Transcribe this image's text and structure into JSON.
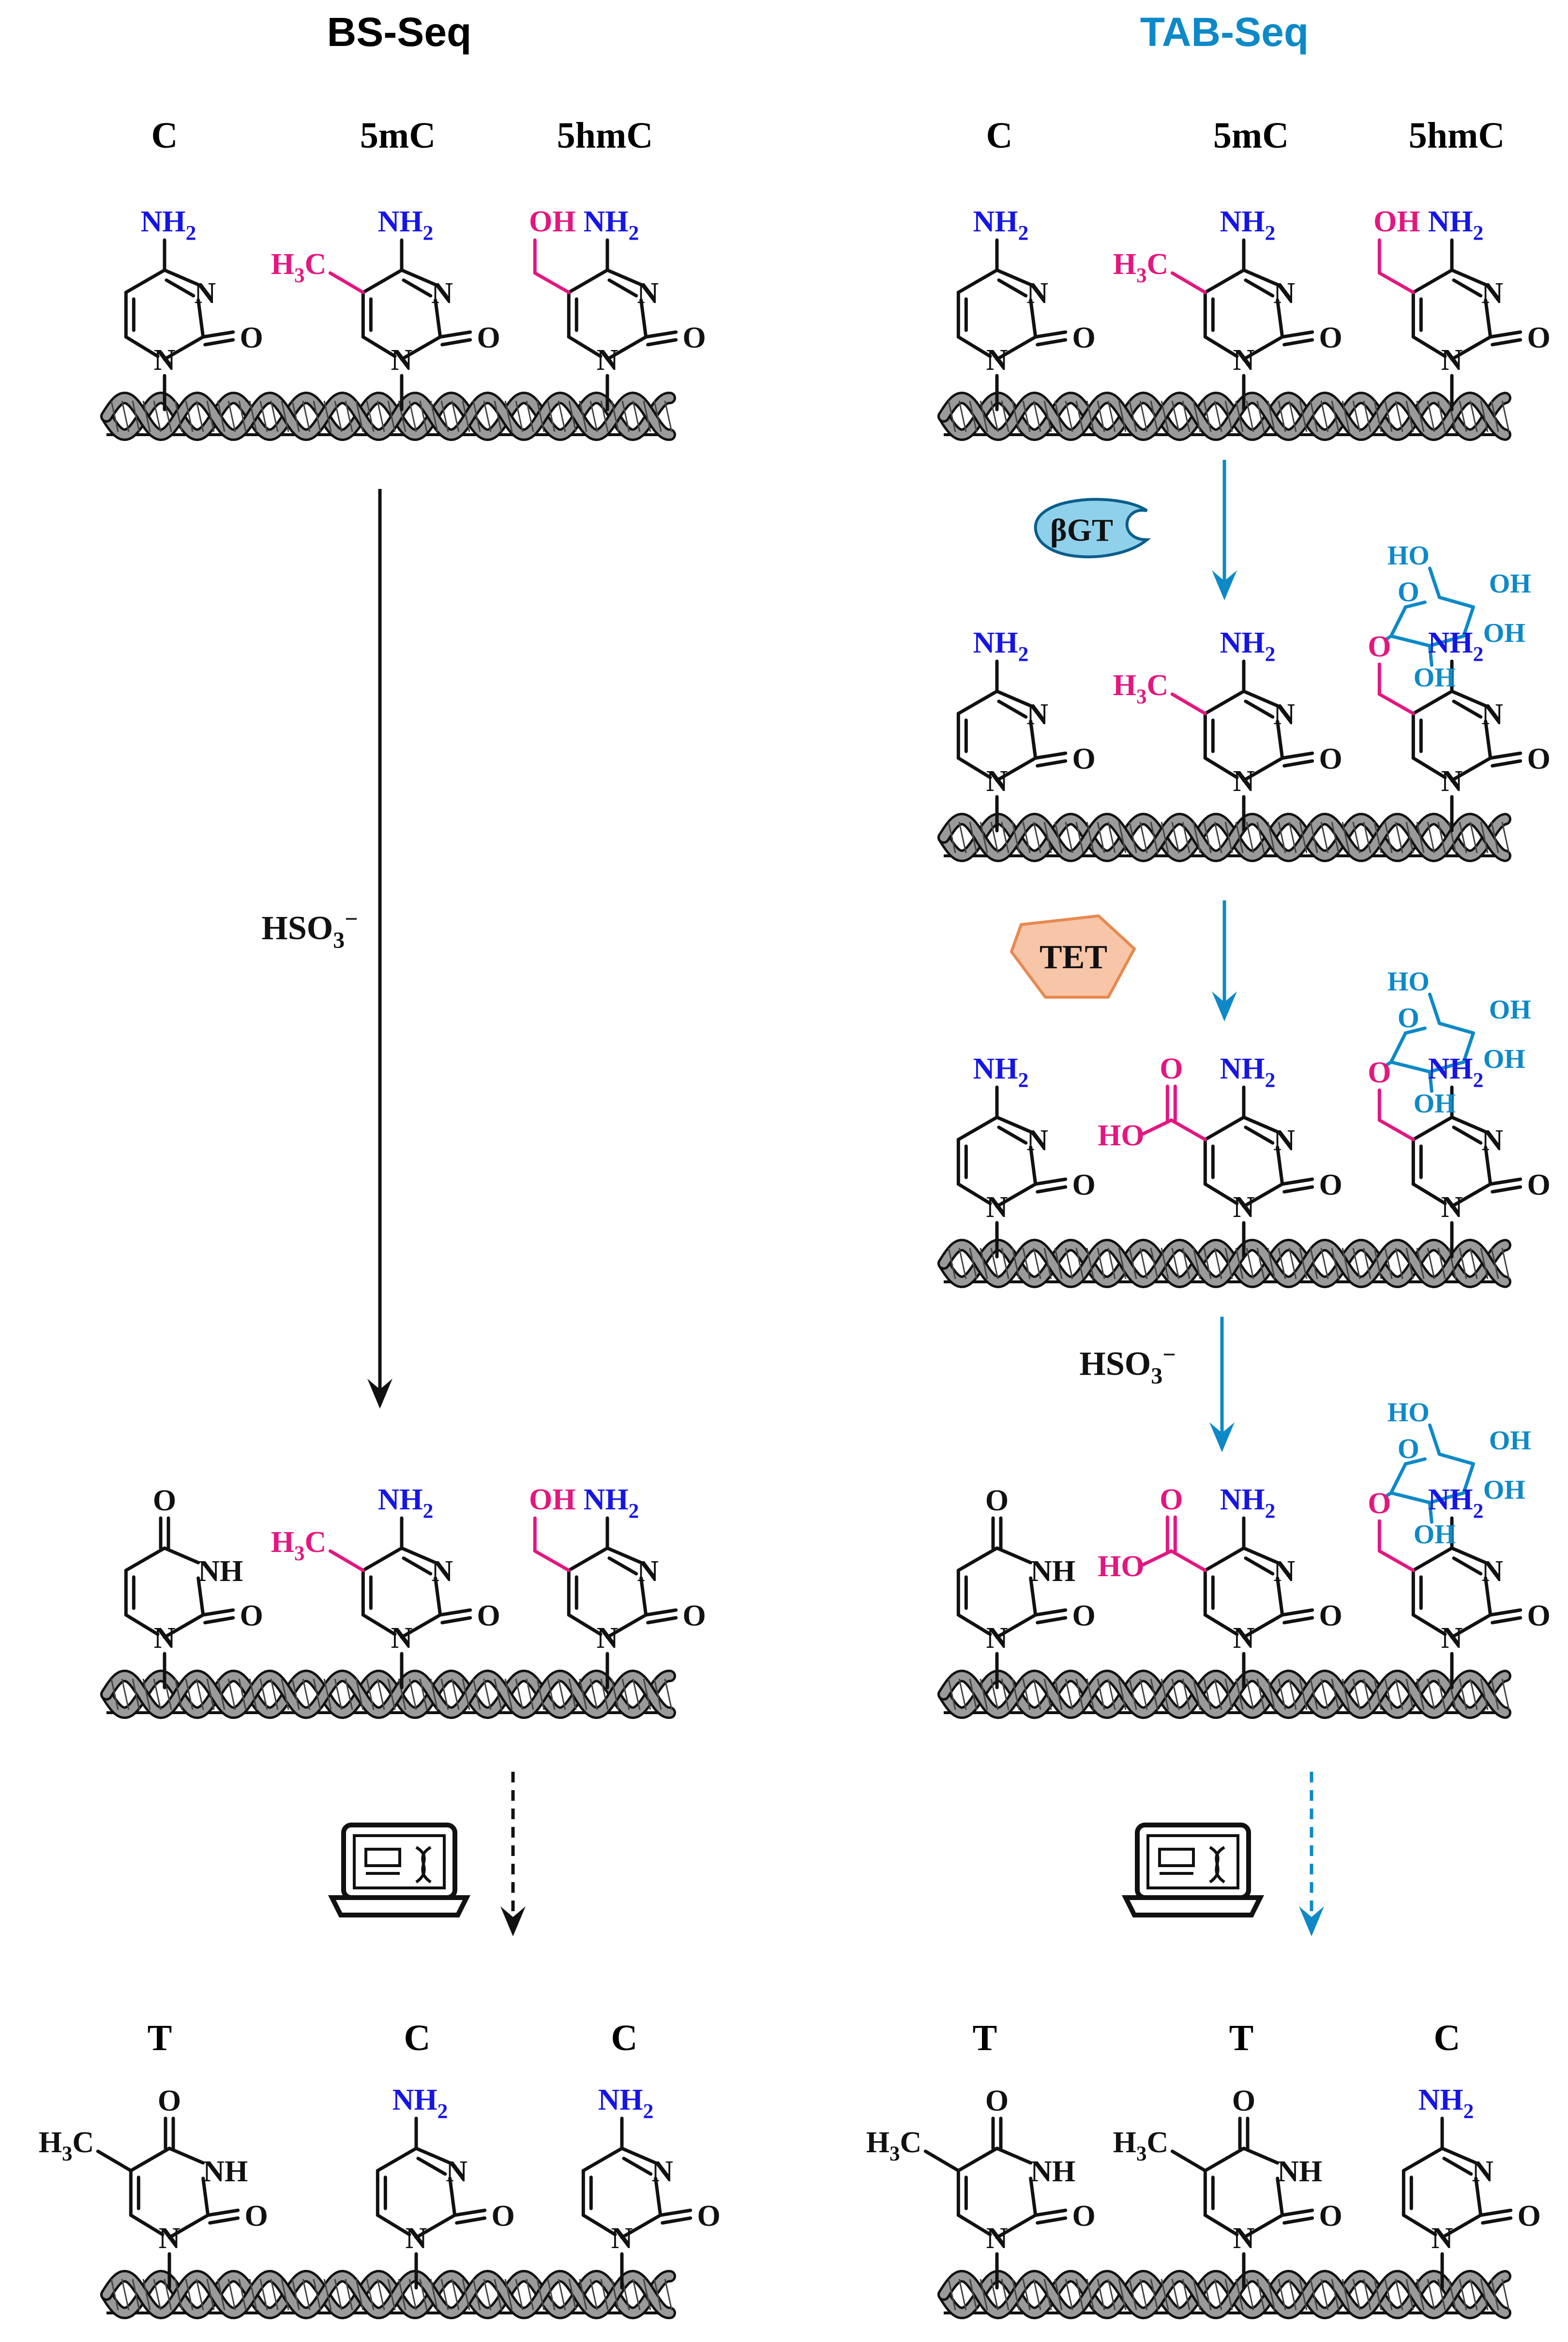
{
  "panels": {
    "bs": {
      "title": "BS-Seq",
      "title_color": "#000000"
    },
    "tab": {
      "title": "TAB-Seq",
      "title_color": "#0d89c8"
    }
  },
  "colors": {
    "black": "#111111",
    "blue": "#1515e6",
    "pink": "#e3177f",
    "teal": "#0d89c8",
    "enzyme_bgt_fill": "#8fd1ea",
    "enzyme_tet_fill": "#f7c5a8",
    "enzyme_tet_stroke": "#e8894f"
  },
  "bs": {
    "column_labels": [
      "C",
      "5mC",
      "5hmC"
    ],
    "reagent": "HSO3−",
    "result_labels": [
      "T",
      "C",
      "C"
    ]
  },
  "tab": {
    "column_labels": [
      "C",
      "5mC",
      "5hmC"
    ],
    "enzyme1": "βGT",
    "enzyme2": "TET",
    "reagent": "HSO3−",
    "result_labels": [
      "T",
      "T",
      "C"
    ]
  },
  "atoms": {
    "nh2": "NH2",
    "n": "N",
    "o": "O",
    "nh": "NH",
    "oh": "OH",
    "ho": "HO",
    "h3c": "H3C"
  },
  "icons": {
    "sequencer": "laptop-dna-icon",
    "dna": "dna-helix-icon"
  }
}
